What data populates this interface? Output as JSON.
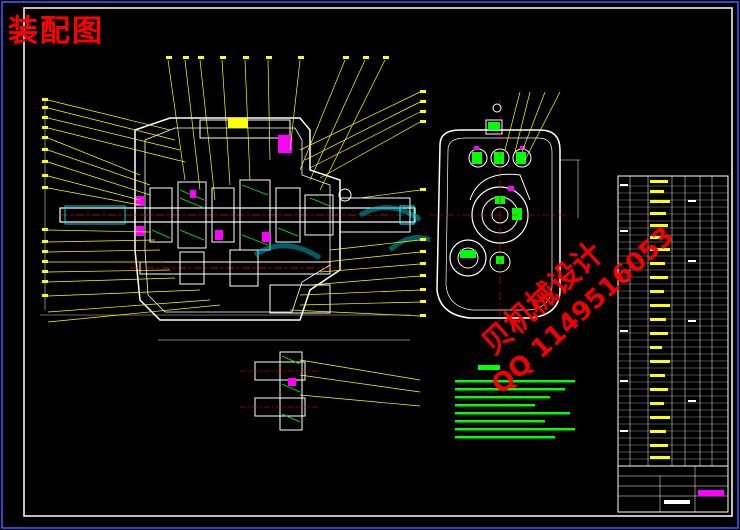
{
  "drawing": {
    "title": "装配图",
    "watermark": {
      "line1": "贝机械设计",
      "line2": "QQ 1149516053"
    },
    "colors": {
      "background": "#000000",
      "frame": "#4060ff",
      "outline": "#ffffff",
      "leader": "#ffff00",
      "part": "#00ff00",
      "cyan": "#00ffff",
      "magenta": "#ff00ff",
      "title_red": "#ff0000"
    }
  }
}
